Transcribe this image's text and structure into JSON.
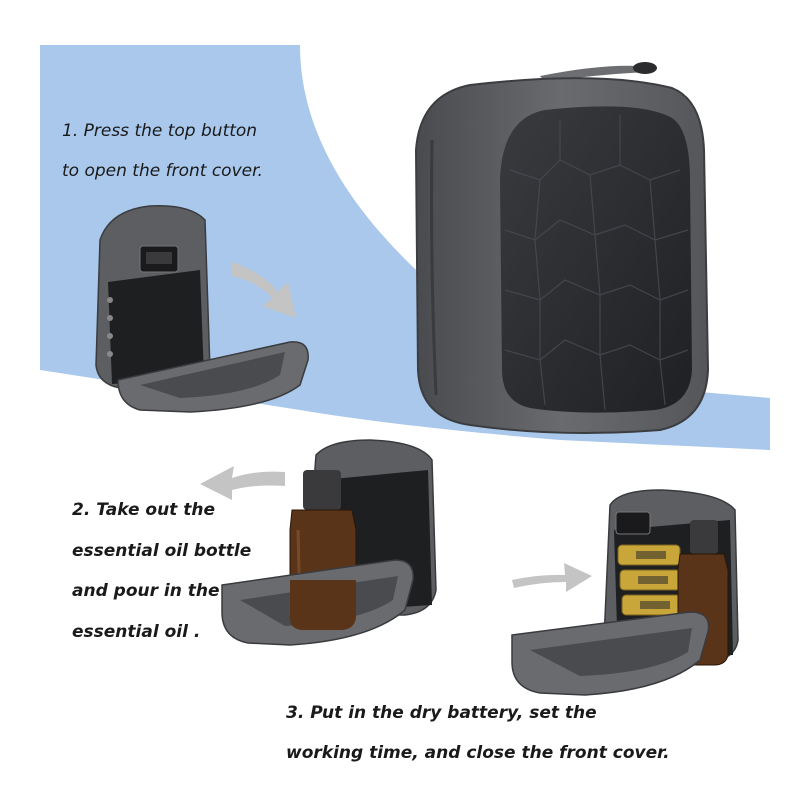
{
  "steps": [
    {
      "lines": [
        "1. Press the top button",
        "to open the front cover."
      ]
    },
    {
      "lines": [
        "2. Take out the",
        "essential oil bottle",
        "and pour in the",
        "essential oil ."
      ]
    },
    {
      "lines": [
        "3. Put in the dry battery, set the",
        "working time, and close the front cover."
      ]
    }
  ],
  "colors": {
    "background_blue": "#a9c8ec",
    "device_shell": "#5f6063",
    "device_face": "#2a2b2e",
    "oil_bottle": "#5a3418",
    "battery_gold": "#c9a63a",
    "arrow_gray": "#c4c4c4"
  }
}
